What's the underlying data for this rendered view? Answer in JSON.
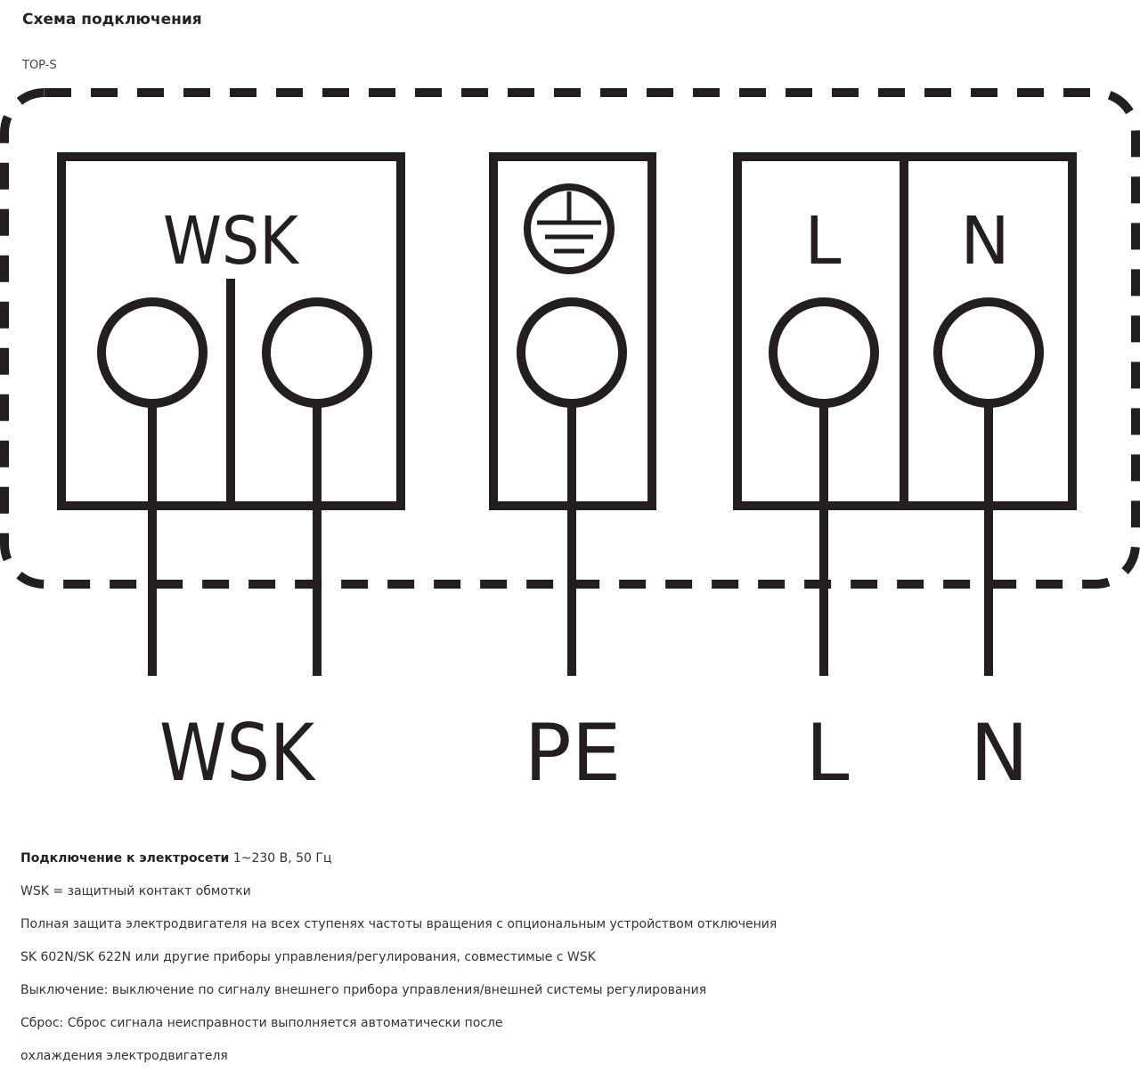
{
  "page": {
    "title": "Схема подключения",
    "model": "TOP-S"
  },
  "diagram": {
    "inner_labels": {
      "wsk": "WSK",
      "l": "L",
      "n": "N"
    },
    "outer_labels": {
      "wsk": "WSK",
      "pe": "PE",
      "l": "L",
      "n": "N"
    },
    "icons": {
      "earth": "ground-icon"
    },
    "colors": {
      "stroke": "#231f20"
    }
  },
  "description": {
    "connection_label": "Подключение к электросети",
    "connection_value": "1~230 В, 50 Гц",
    "lines": [
      "WSK = защитный контакт обмотки",
      "Полная защита электродвигателя на всех ступенях частоты вращения с опциональным устройством отключения",
      "SK 602N/SK 622N или другие приборы управления/регулирования, совместимые с WSK",
      "Выключение: выключение по сигналу внешнего прибора управления/внешней системы регулирования",
      "Сброс: Сброс сигнала неисправности выполняется автоматически после",
      "охлаждения электродвигателя"
    ]
  }
}
